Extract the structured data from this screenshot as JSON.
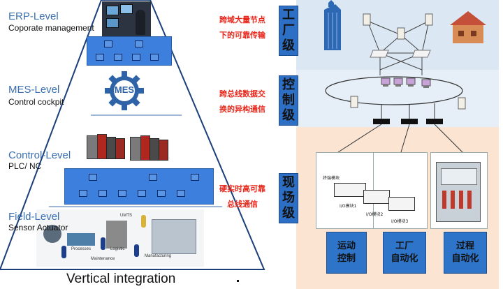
{
  "pyramid": {
    "levels": [
      {
        "title": "ERP-Level",
        "subtitle": "Coporate management"
      },
      {
        "title": "MES-Level",
        "subtitle": "Control  cockpit"
      },
      {
        "title": "Control-Level",
        "subtitle": "PLC/ NC"
      },
      {
        "title": "Field-Level",
        "subtitle": "Sensor Actuator"
      }
    ],
    "mes_badge": "MES",
    "field_labels": {
      "processes": "Processes",
      "logistic": "Logistic",
      "maintenance": "Maintenance",
      "manufacturing": "Manufacturing",
      "umts": "UMTS"
    },
    "caption": "Vertical   integration"
  },
  "notes": [
    {
      "line1": "跨域大量节点",
      "line2": "下的可靠传输"
    },
    {
      "line1": "跨总线数据交",
      "line2": "换的异构通信"
    },
    {
      "line1": "硬实时高可靠",
      "line2": "总线通信"
    }
  ],
  "zones": [
    {
      "chars": [
        "工",
        "厂",
        "级"
      ]
    },
    {
      "chars": [
        "控",
        "制",
        "级"
      ]
    },
    {
      "chars": [
        "现",
        "场",
        "级"
      ]
    }
  ],
  "field_devices": {
    "terminal_module": "终端模块",
    "io1": "I/O模块1",
    "io2": "I/O模块2",
    "io3": "I/O模块3"
  },
  "apps": [
    {
      "line1": "运动",
      "line2": "控制"
    },
    {
      "line1": "工厂",
      "line2": "自动化"
    },
    {
      "line1": "过程",
      "line2": "自动化"
    }
  ],
  "colors": {
    "accent_blue": "#2e74c9",
    "note_red": "#e8261a",
    "factory_bg": "#dbe7f3",
    "control_bg": "#e6eff8",
    "field_bg": "#fbe4d2"
  }
}
